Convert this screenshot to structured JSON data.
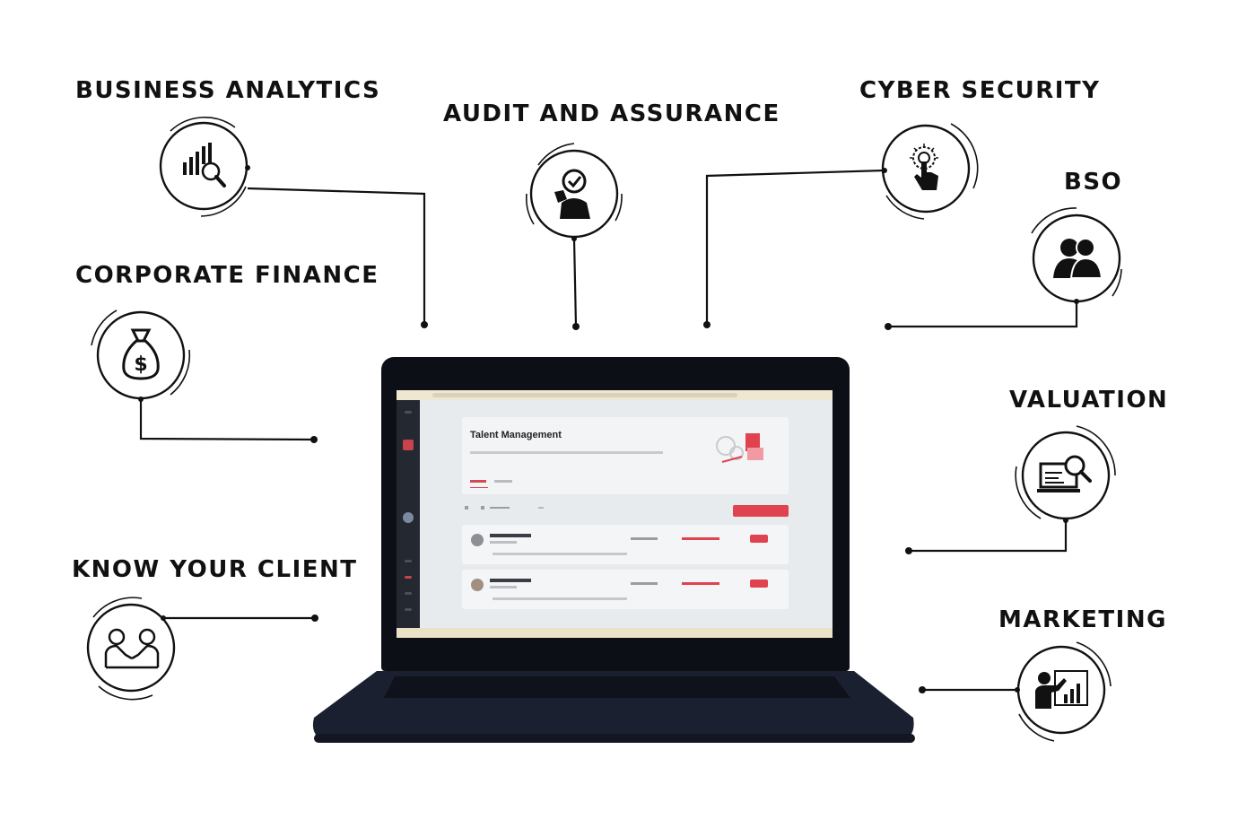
{
  "services": {
    "business_analytics": "BUSINESS ANALYTICS",
    "audit_and_assurance": "AUDIT AND ASSURANCE",
    "cyber_security": "CYBER SECURITY",
    "bso": "BSO",
    "corporate_finance": "CORPORATE FINANCE",
    "valuation": "VALUATION",
    "know_your_client": "KNOW YOUR CLIENT",
    "marketing": "MARKETING"
  },
  "laptop_screen": {
    "app_title": "Talent Management"
  },
  "icons": {
    "business_analytics": "bar-chart-magnifier-icon",
    "audit_and_assurance": "person-checkmark-icon",
    "cyber_security": "fingerprint-touch-icon",
    "bso": "two-people-icon",
    "corporate_finance": "money-bag-icon",
    "valuation": "laptop-search-icon",
    "know_your_client": "handshake-people-icon",
    "marketing": "presenter-chart-icon"
  },
  "colors": {
    "ink": "#111111",
    "laptop": "#0d0f17",
    "accent_red": "#e0424f"
  }
}
